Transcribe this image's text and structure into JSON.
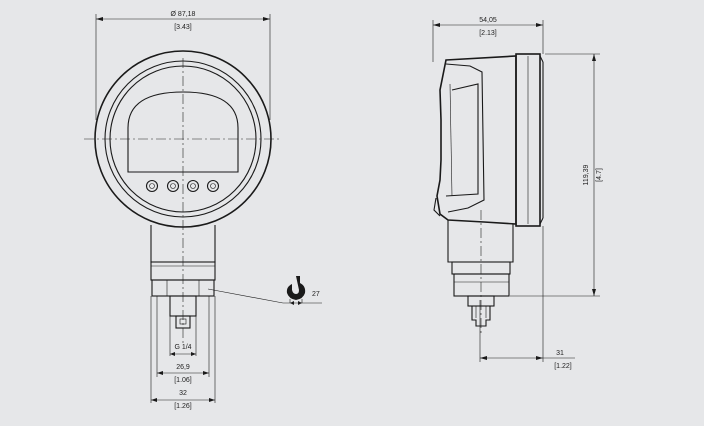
{
  "front_view": {
    "diameter": {
      "metric": "Ø 87,18",
      "imperial": "[3.43]"
    },
    "thread_label": "G 1/4",
    "flat_width": {
      "metric": "26,9",
      "imperial": "[1.06]"
    },
    "hex_width": {
      "metric": "32",
      "imperial": "[1.26]"
    },
    "wrench": {
      "icon": "wrench-icon",
      "size": "27"
    },
    "led_count": 4
  },
  "side_view": {
    "depth": {
      "metric": "54,05",
      "imperial": "[2.13]"
    },
    "height": {
      "metric": "119,39",
      "imperial": "[4.7]"
    },
    "stem_length": {
      "metric": "31",
      "imperial": "[1.22]"
    }
  }
}
